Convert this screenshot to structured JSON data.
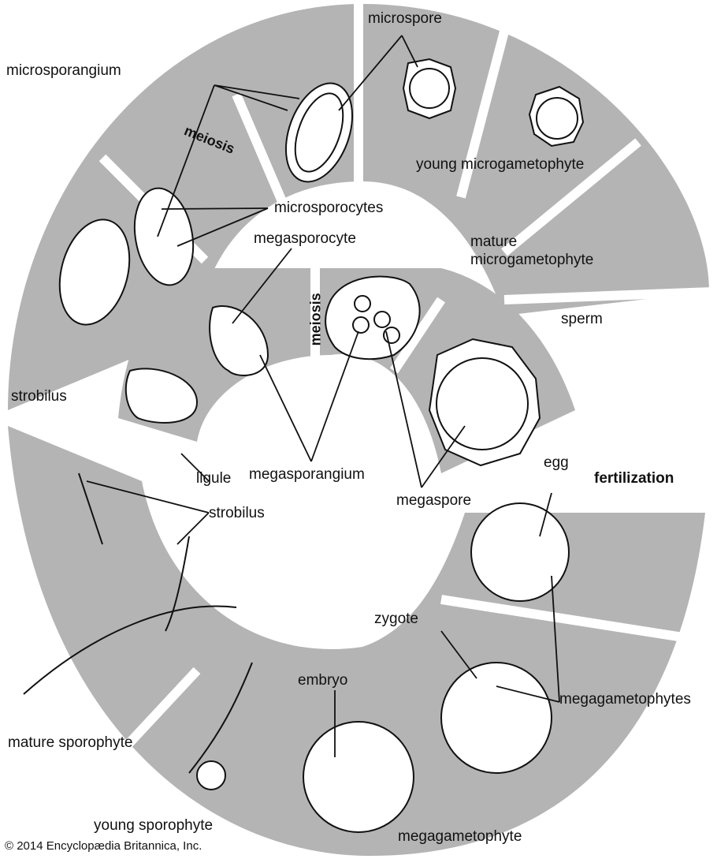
{
  "colors": {
    "band": "#b4b4b4",
    "ink": "#111111",
    "background": "#ffffff"
  },
  "labels": {
    "microsporangium": "microsporangium",
    "microspore": "microspore",
    "meiosis_top": "meiosis",
    "young_microgametophyte": "young microgametophyte",
    "microsporocytes": "microsporocytes",
    "megasporocyte": "megasporocyte",
    "mature_microgametophyte": "mature\nmicrogametophyte",
    "mature_microgametophyte_line1": "mature",
    "mature_microgametophyte_line2": "microgametophyte",
    "meiosis_inner": "meiosis",
    "sperm": "sperm",
    "strobilus_top": "strobilus",
    "ligule": "ligule",
    "megasporangium": "megasporangium",
    "megaspore": "megaspore",
    "egg": "egg",
    "fertilization": "fertilization",
    "strobilus_bottom": "strobilus",
    "zygote": "zygote",
    "embryo": "embryo",
    "megagametophytes": "megagametophytes",
    "mature_sporophyte": "mature sporophyte",
    "young_sporophyte": "young sporophyte",
    "megagametophyte": "megagametophyte"
  },
  "credit": "© 2014 Encyclopædia Britannica, Inc."
}
